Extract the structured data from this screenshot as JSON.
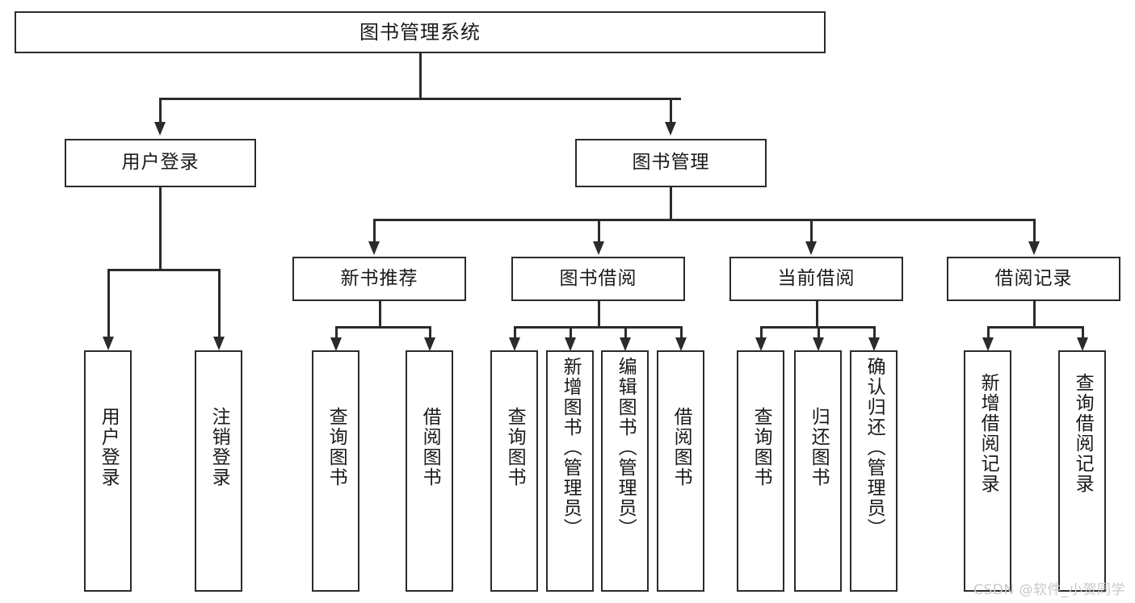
{
  "diagram": {
    "type": "tree",
    "title": "图书管理系统",
    "watermark": "CSDN @软件_小贺同学",
    "colors": {
      "stroke": "#2b2b2b",
      "fill": "#ffffff",
      "text": "#1a1a1a",
      "watermark": "#c9c9c9"
    },
    "nodes": {
      "root": {
        "label": "图书管理系统"
      },
      "level2": [
        {
          "id": "user-login",
          "label": "用户登录"
        },
        {
          "id": "book-manage",
          "label": "图书管理"
        }
      ],
      "level3": [
        {
          "id": "new-book-rec",
          "label": "新书推荐"
        },
        {
          "id": "book-borrow",
          "label": "图书借阅"
        },
        {
          "id": "current-borrow",
          "label": "当前借阅"
        },
        {
          "id": "borrow-record",
          "label": "借阅记录"
        }
      ],
      "leaves": {
        "user-login": [
          {
            "id": "leaf-user-login",
            "label": "用户登录"
          },
          {
            "id": "leaf-user-logout",
            "label": "注销登录"
          }
        ],
        "new-book-rec": [
          {
            "id": "leaf-query-book-1",
            "label": "查询图书"
          },
          {
            "id": "leaf-borrow-book-1",
            "label": "借阅图书"
          }
        ],
        "book-borrow": [
          {
            "id": "leaf-query-book-2",
            "label": "查询图书"
          },
          {
            "id": "leaf-add-book",
            "label": "新增图书（管理员）"
          },
          {
            "id": "leaf-edit-book",
            "label": "编辑图书（管理员）"
          },
          {
            "id": "leaf-borrow-book-2",
            "label": "借阅图书"
          }
        ],
        "current-borrow": [
          {
            "id": "leaf-query-book-3",
            "label": "查询图书"
          },
          {
            "id": "leaf-return-book",
            "label": "归还图书"
          },
          {
            "id": "leaf-confirm-return",
            "label": "确认归还（管理员）"
          }
        ],
        "borrow-record": [
          {
            "id": "leaf-add-record",
            "label": "新增借阅记录"
          },
          {
            "id": "leaf-query-record",
            "label": "查询借阅记录"
          }
        ]
      }
    }
  }
}
